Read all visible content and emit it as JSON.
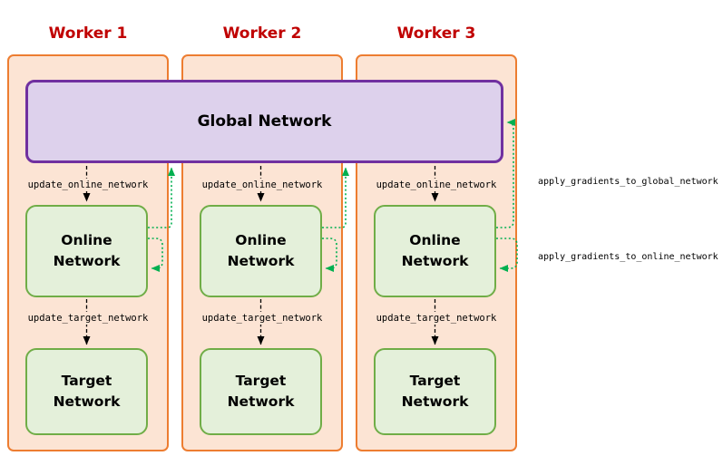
{
  "diagram": {
    "global_network": {
      "label": "Global Network"
    },
    "workers": [
      {
        "title": "Worker 1",
        "online_network_label": "Online Network",
        "target_network_label": "Target Network",
        "update_online_arrow_label": "update_online_network",
        "update_target_arrow_label": "update_target_network"
      },
      {
        "title": "Worker 2",
        "online_network_label": "Online Network",
        "target_network_label": "Target Network",
        "update_online_arrow_label": "update_online_network",
        "update_target_arrow_label": "update_target_network"
      },
      {
        "title": "Worker 3",
        "online_network_label": "Online Network",
        "target_network_label": "Target Network",
        "update_online_arrow_label": "update_online_network",
        "update_target_arrow_label": "update_target_network"
      }
    ],
    "side_labels": {
      "apply_global": "apply_gradients_to_global_network",
      "apply_online": "apply_gradients_to_online_network"
    },
    "colors": {
      "worker_fill": "#fce4d4",
      "worker_border": "#ed7d31",
      "worker_title": "#c00000",
      "global_fill": "#ddd1ec",
      "global_border": "#7030a0",
      "network_fill": "#e4f0da",
      "network_border": "#70ad47",
      "green_arrow": "#00b050",
      "black_arrow": "#000000"
    }
  }
}
